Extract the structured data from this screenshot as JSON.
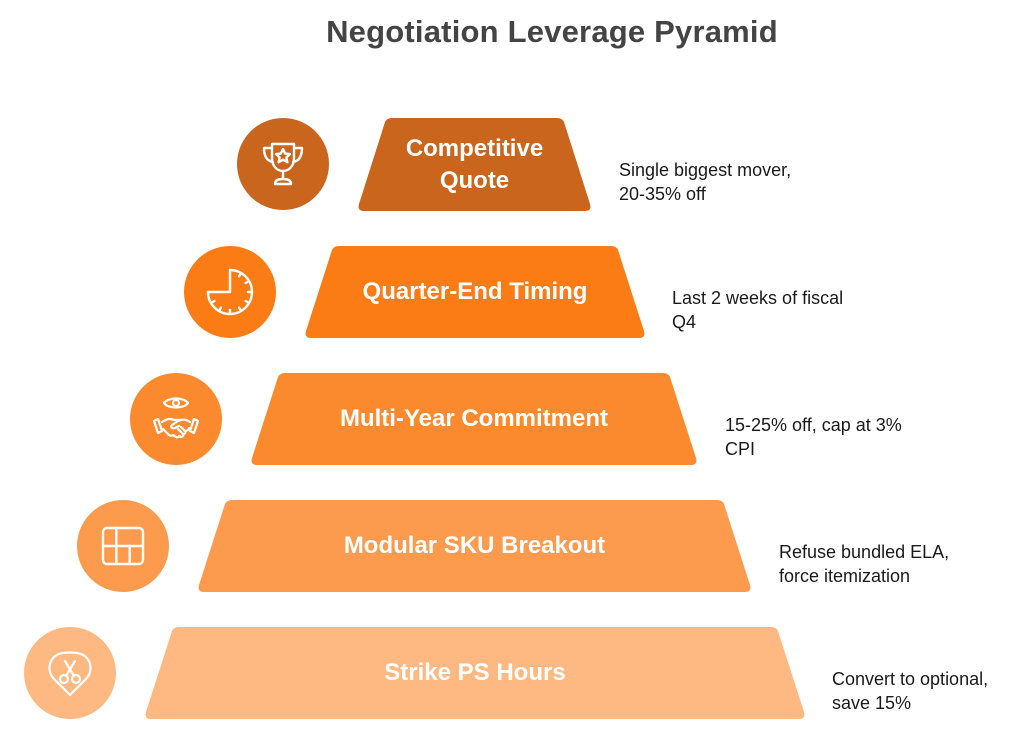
{
  "title": "Negotiation Leverage Pyramid",
  "tiers": [
    {
      "label": "Competitive\nQuote",
      "description": "Single biggest mover,\n20-35% off",
      "icon": "trophy-icon",
      "color": "#C9651C"
    },
    {
      "label": "Quarter-End Timing",
      "description": "Last 2 weeks of fiscal\nQ4",
      "icon": "clock-icon",
      "color": "#FB7B15"
    },
    {
      "label": "Multi-Year Commitment",
      "description": "15-25% off, cap at 3%\nCPI",
      "icon": "handshake-eye-icon",
      "color": "#FB8A2E"
    },
    {
      "label": "Modular SKU Breakout",
      "description": "Refuse bundled ELA,\nforce itemization",
      "icon": "grid-icon",
      "color": "#FC9A4E"
    },
    {
      "label": "Strike PS Hours",
      "description": "Convert to optional,\nsave 15%",
      "icon": "scissors-tag-icon",
      "color": "#FEB982"
    }
  ]
}
